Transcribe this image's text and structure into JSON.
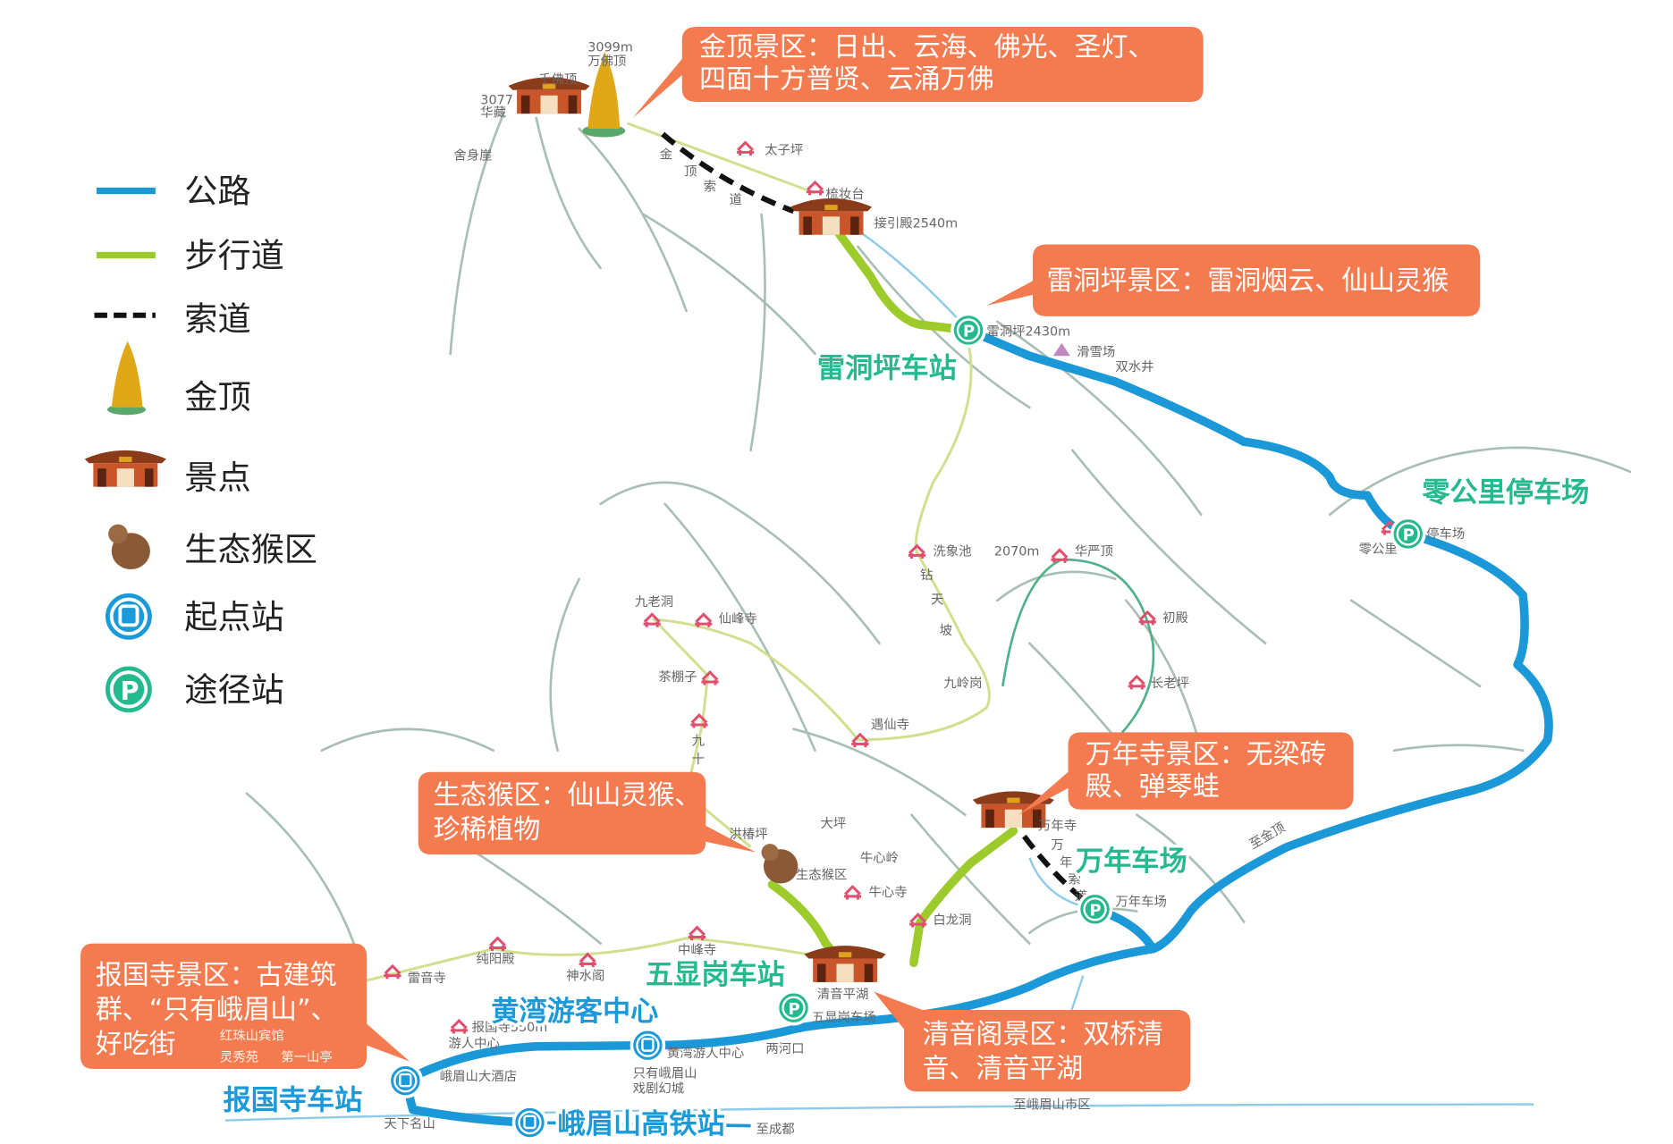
{
  "legend": [
    {
      "label": "公路",
      "symbol": "road-line",
      "color": "#1b98d8"
    },
    {
      "label": "步行道",
      "symbol": "walk-line",
      "color": "#9ccb2b"
    },
    {
      "label": "索道",
      "symbol": "cable-dashed-line",
      "color": "#111111"
    },
    {
      "label": "金顶",
      "symbol": "golden-buddha-icon"
    },
    {
      "label": "景点",
      "symbol": "temple-icon"
    },
    {
      "label": "生态猴区",
      "symbol": "monkey-icon"
    },
    {
      "label": "起点站",
      "symbol": "bus-station-icon",
      "color": "#1a9ad9"
    },
    {
      "label": "途径站",
      "symbol": "parking-stop-icon",
      "color": "#25b98f"
    }
  ],
  "callouts": [
    {
      "lines": [
        "金顶景区：日出、云海、佛光、圣灯、",
        "四面十方普贤、云涌万佛"
      ]
    },
    {
      "lines": [
        "雷洞坪景区：雷洞烟云、仙山灵猴"
      ]
    },
    {
      "lines": [
        "万年寺景区：无梁砖",
        "殿、弹琴蛙"
      ]
    },
    {
      "lines": [
        "生态猴区：仙山灵猴、",
        "珍稀植物"
      ]
    },
    {
      "lines": [
        "报国寺景区：古建筑",
        "群、“只有峨眉山”、",
        "好吃街"
      ]
    },
    {
      "lines": [
        "清音阁景区：双桥清",
        "音、清音平湖"
      ]
    }
  ],
  "stations": {
    "leidongping": "雷洞坪车站",
    "linggongli": "零公里停车场",
    "wannian": "万年车场",
    "wuxiangang": "五显岗车站",
    "huangwan": "黄湾游客中心",
    "baoguosi": "报国寺车站",
    "gaotie": "峨眉山高铁站"
  },
  "places": {
    "p1": "3099m",
    "p2": "万佛顶",
    "p3": "千佛顶",
    "p4": "3077",
    "p5": "华藏",
    "p6": "舍身崖",
    "p7": "太子坪",
    "p8": "梳妆台",
    "p9": "接引殿2540m",
    "p10": "金",
    "p11": "顶",
    "p12": "索",
    "p13": "道",
    "p14": "雷洞坪2430m",
    "p15": "滑雪场",
    "p16": "双水井",
    "p17": "零公里",
    "p18": "停车场",
    "p19": "洗象池",
    "p20": "2070m",
    "p21": "华严顶",
    "p22": "钻",
    "p23": "天",
    "p24": "坡",
    "p25": "初殿",
    "p26": "九岭岗",
    "p27": "长老坪",
    "p28": "遇仙寺",
    "p29": "九老洞",
    "p30": "仙峰寺",
    "p31": "茶棚子",
    "p32": "九",
    "p33": "十",
    "p34": "洪椿坪",
    "p35": "大坪",
    "p36": "生态猴区",
    "p37": "牛心岭",
    "p38": "牛心寺",
    "p39": "白龙洞",
    "p40": "万年寺",
    "p41": "万",
    "p42": "年",
    "p43": "索",
    "p44": "道",
    "p45": "万年车场",
    "p46": "至金顶",
    "p47": "中峰寺",
    "p48": "纯阳殿",
    "p49": "神水阁",
    "p50": "雷音寺",
    "p51": "报国寺550m",
    "p52": "游人中心",
    "p53": "红珠山宾馆",
    "p54": "灵秀苑",
    "p55": "第一山亭",
    "p56": "峨眉山大酒店",
    "p57": "黄湾游人中心",
    "p58": "两河口",
    "p59": "只有峨眉山",
    "p60": "戏剧幻城",
    "p61": "天下名山",
    "p62": "至成都",
    "p63": "五显岗车场",
    "p64": "清音平湖",
    "p65": "至峨眉山市区"
  }
}
